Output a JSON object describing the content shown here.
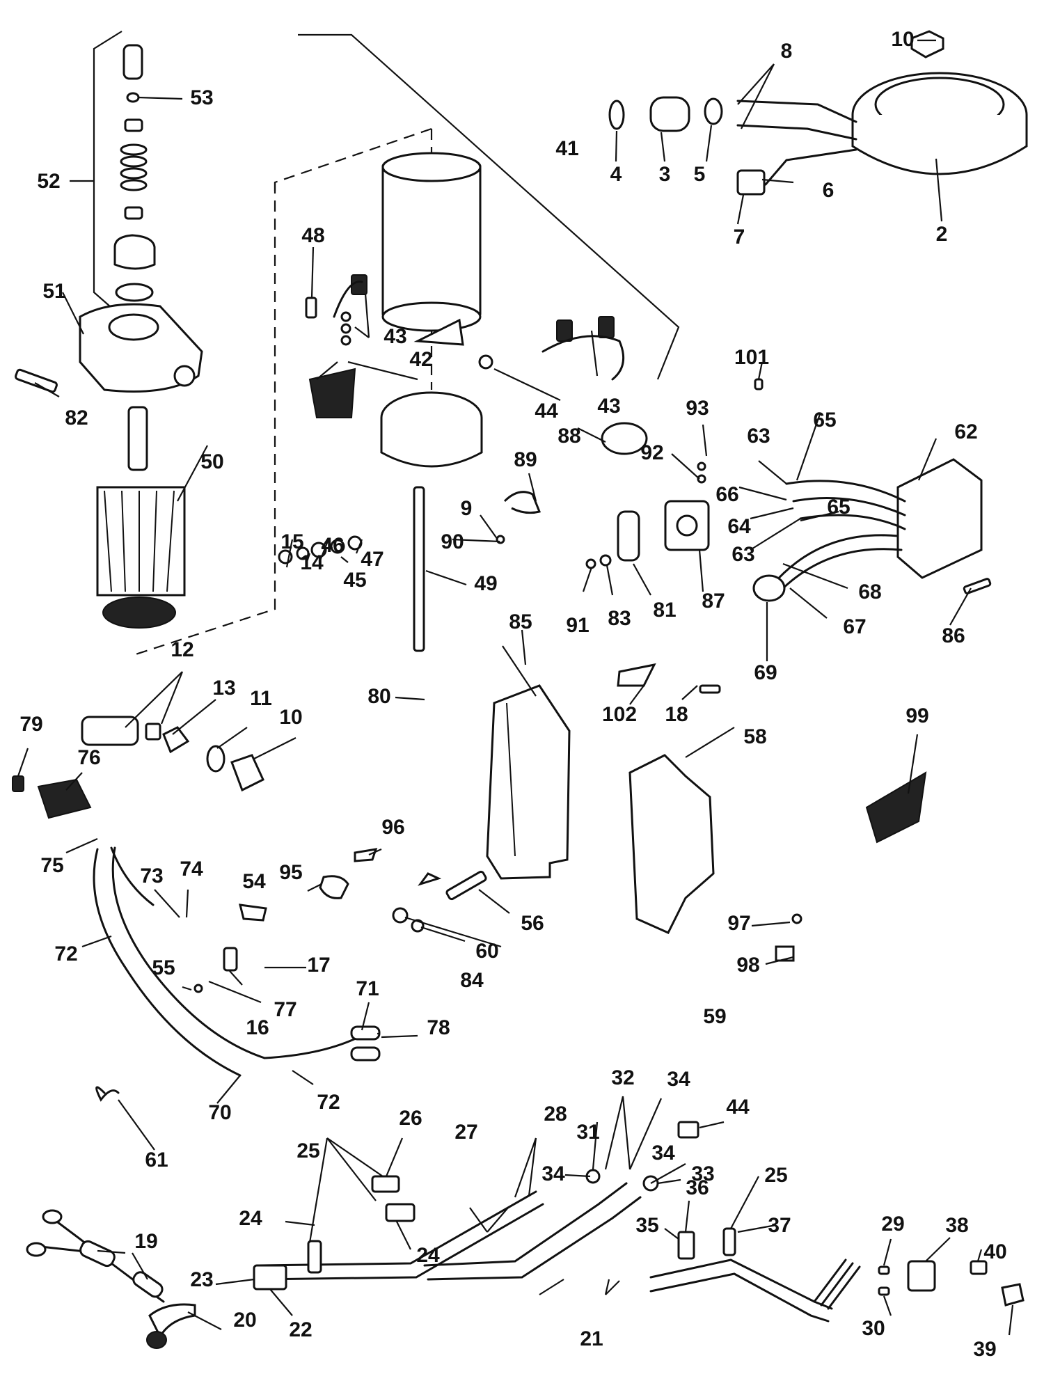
{
  "diagram": {
    "labels": [
      {
        "id": "l2",
        "text": "2"
      },
      {
        "id": "l3",
        "text": "3"
      },
      {
        "id": "l4",
        "text": "4"
      },
      {
        "id": "l5",
        "text": "5"
      },
      {
        "id": "l6",
        "text": "6"
      },
      {
        "id": "l7",
        "text": "7"
      },
      {
        "id": "l8",
        "text": "8"
      },
      {
        "id": "l9",
        "text": "9"
      },
      {
        "id": "l10a",
        "text": "10"
      },
      {
        "id": "l10b",
        "text": "10"
      },
      {
        "id": "l11",
        "text": "11"
      },
      {
        "id": "l12",
        "text": "12"
      },
      {
        "id": "l13",
        "text": "13"
      },
      {
        "id": "l14",
        "text": "14"
      },
      {
        "id": "l15",
        "text": "15"
      },
      {
        "id": "l16",
        "text": "16"
      },
      {
        "id": "l17",
        "text": "17"
      },
      {
        "id": "l18",
        "text": "18"
      },
      {
        "id": "l19",
        "text": "19"
      },
      {
        "id": "l20",
        "text": "20"
      },
      {
        "id": "l21",
        "text": "21"
      },
      {
        "id": "l22",
        "text": "22"
      },
      {
        "id": "l23",
        "text": "23"
      },
      {
        "id": "l24a",
        "text": "24"
      },
      {
        "id": "l24b",
        "text": "24"
      },
      {
        "id": "l25a",
        "text": "25"
      },
      {
        "id": "l25b",
        "text": "25"
      },
      {
        "id": "l26",
        "text": "26"
      },
      {
        "id": "l27",
        "text": "27"
      },
      {
        "id": "l28",
        "text": "28"
      },
      {
        "id": "l29",
        "text": "29"
      },
      {
        "id": "l30",
        "text": "30"
      },
      {
        "id": "l31",
        "text": "31"
      },
      {
        "id": "l32",
        "text": "32"
      },
      {
        "id": "l33",
        "text": "33"
      },
      {
        "id": "l34a",
        "text": "34"
      },
      {
        "id": "l34b",
        "text": "34"
      },
      {
        "id": "l34c",
        "text": "34"
      },
      {
        "id": "l35",
        "text": "35"
      },
      {
        "id": "l36",
        "text": "36"
      },
      {
        "id": "l37",
        "text": "37"
      },
      {
        "id": "l38",
        "text": "38"
      },
      {
        "id": "l39",
        "text": "39"
      },
      {
        "id": "l40",
        "text": "40"
      },
      {
        "id": "l41",
        "text": "41"
      },
      {
        "id": "l42",
        "text": "42"
      },
      {
        "id": "l43a",
        "text": "43"
      },
      {
        "id": "l43b",
        "text": "43"
      },
      {
        "id": "l44a",
        "text": "44"
      },
      {
        "id": "l44b",
        "text": "44"
      },
      {
        "id": "l45",
        "text": "45"
      },
      {
        "id": "l46",
        "text": "46"
      },
      {
        "id": "l47",
        "text": "47"
      },
      {
        "id": "l48",
        "text": "48"
      },
      {
        "id": "l49",
        "text": "49"
      },
      {
        "id": "l50",
        "text": "50"
      },
      {
        "id": "l51",
        "text": "51"
      },
      {
        "id": "l52",
        "text": "52"
      },
      {
        "id": "l53",
        "text": "53"
      },
      {
        "id": "l54",
        "text": "54"
      },
      {
        "id": "l55",
        "text": "55"
      },
      {
        "id": "l56",
        "text": "56"
      },
      {
        "id": "l58",
        "text": "58"
      },
      {
        "id": "l59",
        "text": "59"
      },
      {
        "id": "l60",
        "text": "60"
      },
      {
        "id": "l61",
        "text": "61"
      },
      {
        "id": "l62",
        "text": "62"
      },
      {
        "id": "l63a",
        "text": "63"
      },
      {
        "id": "l63b",
        "text": "63"
      },
      {
        "id": "l64",
        "text": "64"
      },
      {
        "id": "l65a",
        "text": "65"
      },
      {
        "id": "l65b",
        "text": "65"
      },
      {
        "id": "l66",
        "text": "66"
      },
      {
        "id": "l67",
        "text": "67"
      },
      {
        "id": "l68",
        "text": "68"
      },
      {
        "id": "l69",
        "text": "69"
      },
      {
        "id": "l70",
        "text": "70"
      },
      {
        "id": "l71",
        "text": "71"
      },
      {
        "id": "l72a",
        "text": "72"
      },
      {
        "id": "l72b",
        "text": "72"
      },
      {
        "id": "l73",
        "text": "73"
      },
      {
        "id": "l74",
        "text": "74"
      },
      {
        "id": "l75",
        "text": "75"
      },
      {
        "id": "l76",
        "text": "76"
      },
      {
        "id": "l77",
        "text": "77"
      },
      {
        "id": "l78",
        "text": "78"
      },
      {
        "id": "l79",
        "text": "79"
      },
      {
        "id": "l80",
        "text": "80"
      },
      {
        "id": "l81",
        "text": "81"
      },
      {
        "id": "l82",
        "text": "82"
      },
      {
        "id": "l83",
        "text": "83"
      },
      {
        "id": "l84",
        "text": "84"
      },
      {
        "id": "l85",
        "text": "85"
      },
      {
        "id": "l86",
        "text": "86"
      },
      {
        "id": "l87",
        "text": "87"
      },
      {
        "id": "l88",
        "text": "88"
      },
      {
        "id": "l89",
        "text": "89"
      },
      {
        "id": "l90",
        "text": "90"
      },
      {
        "id": "l91",
        "text": "91"
      },
      {
        "id": "l92",
        "text": "92"
      },
      {
        "id": "l93",
        "text": "93"
      },
      {
        "id": "l95",
        "text": "95"
      },
      {
        "id": "l96",
        "text": "96"
      },
      {
        "id": "l97",
        "text": "97"
      },
      {
        "id": "l98",
        "text": "98"
      },
      {
        "id": "l99",
        "text": "99"
      },
      {
        "id": "l101",
        "text": "101"
      },
      {
        "id": "l102",
        "text": "102"
      }
    ]
  }
}
